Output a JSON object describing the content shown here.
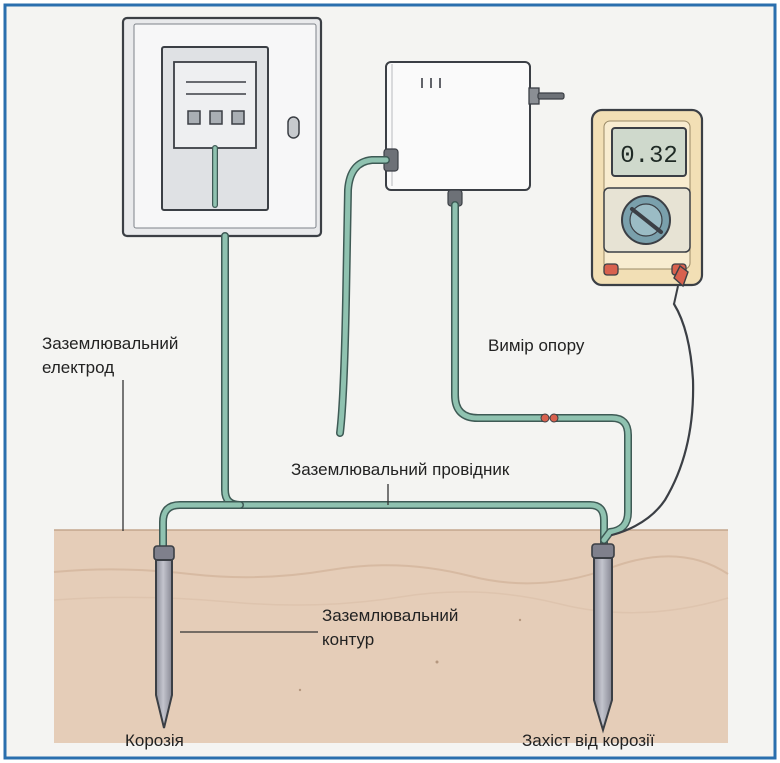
{
  "labels": {
    "electrode_line1": "Заземлювальний",
    "electrode_line2": "електрод",
    "measure": "Вимір опору",
    "conductor": "Заземлювальний провідник",
    "contour_line1": "Заземлювальний",
    "contour_line2": "контур",
    "corrosion": "Корозія",
    "protection": "Захіст від корозії"
  },
  "multimeter": {
    "display": "0.32"
  },
  "colors": {
    "frame": "#2a6fae",
    "background": "#f4f4f2",
    "soil": "#e5cdb8",
    "soil_edge": "#d3b59c",
    "wire": "#8fc2b0",
    "wire_edge": "#3e5a55",
    "device": "#fafafa",
    "meter_body": "#f2dfb5",
    "meter_screen": "#cfd9cc",
    "meter_dial": "#7aa0ac",
    "rod": "#a6a7b3",
    "probe_red": "#d8614e"
  },
  "icons": [
    "electrical-panel-icon",
    "measuring-device-icon",
    "multimeter-icon",
    "ground-rod-icon"
  ]
}
